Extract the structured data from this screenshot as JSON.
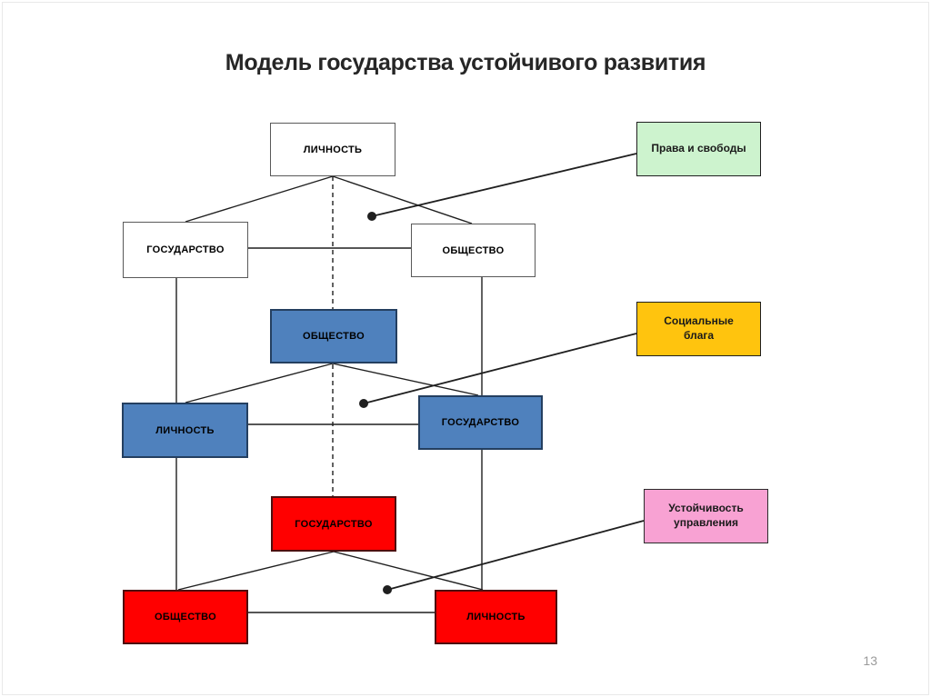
{
  "slide": {
    "title": "Модель государства устойчивого развития",
    "page_number": "13"
  },
  "diagram": {
    "tier1": {
      "top_label": "ЛИЧНОСТЬ",
      "left_label": "ГОСУДАРСТВО",
      "right_label": "ОБЩЕСТВО",
      "annotation": "Права и свободы"
    },
    "tier2": {
      "top_label": "ОБЩЕСТВО",
      "left_label": "ЛИЧНОСТЬ",
      "right_label": "ГОСУДАРСТВО",
      "annotation": "Социальные блага"
    },
    "tier3": {
      "top_label": "ГОСУДАРСТВО",
      "left_label": "ОБЩЕСТВО",
      "right_label": "ЛИЧНОСТЬ",
      "annotation": "Устойчивость управления"
    }
  },
  "colors": {
    "tier1_fill": "#FFFFFF",
    "tier1_border": "#595959",
    "tier2_fill": "#4F81BD",
    "tier2_border": "#243F60",
    "tier3_fill": "#FF0000",
    "tier3_border": "#4D0F0F",
    "ann_rights_fill": "#CDF3CE",
    "ann_rights_border": "#1F1F1F",
    "ann_social_fill": "#FFC40E",
    "ann_social_border": "#1F1F1F",
    "ann_stability_fill": "#F8A2D3",
    "ann_stability_border": "#2B2B2B",
    "line": "#1F1F1F"
  }
}
